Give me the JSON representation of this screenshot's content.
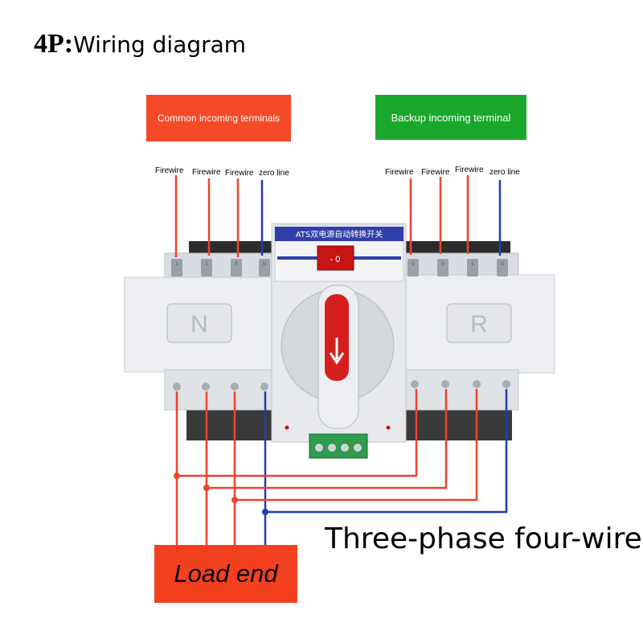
{
  "title": {
    "prefix": "4P:",
    "text": "Wiring diagram"
  },
  "incoming": {
    "common": {
      "label": "Common incoming terminals",
      "color": "#f44a28",
      "wires": [
        "Firewire",
        "Firewire",
        "Firewire",
        "zero line"
      ]
    },
    "backup": {
      "label": "Backup incoming terminal",
      "color": "#1aa82c",
      "wires": [
        "Firewire",
        "Firewire",
        "Firewire",
        "zero line"
      ]
    }
  },
  "device": {
    "header": "ATS双电源自动转换开关",
    "left_module": "N",
    "right_module": "R",
    "switch": "- 0",
    "top_terminals_left": [
      "1",
      "3",
      "5",
      "N"
    ],
    "top_terminals_right": [
      "1",
      "3",
      "5",
      "N"
    ]
  },
  "load": {
    "label": "Load end",
    "color": "#f3401f"
  },
  "system_label": "Three-phase four-wire",
  "wire_colors": {
    "fire": "#f0432a",
    "zero": "#1f3fb0"
  }
}
